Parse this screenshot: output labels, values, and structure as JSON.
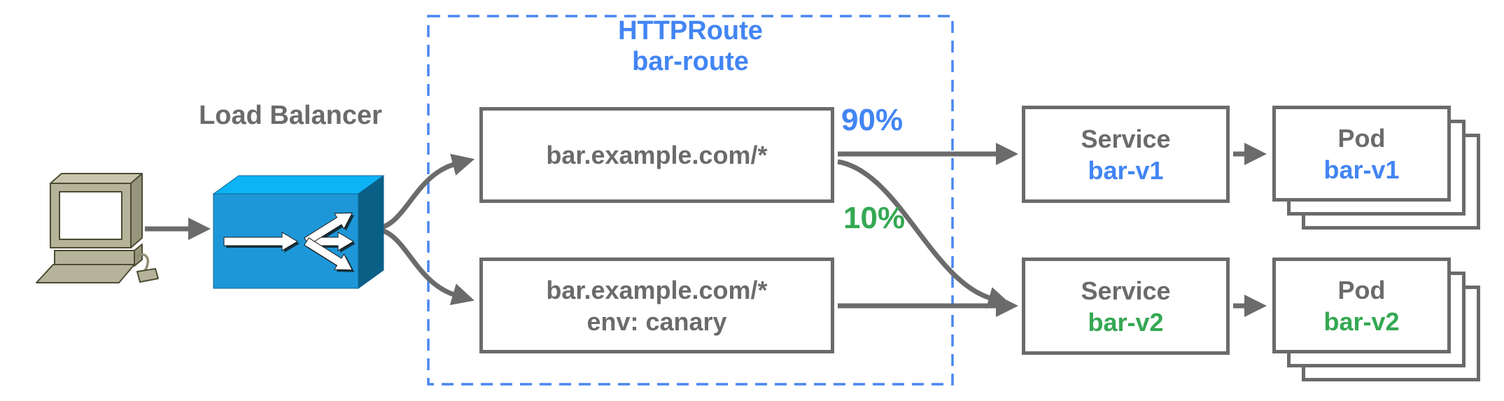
{
  "colors": {
    "accent_blue": "#4285F4",
    "accent_green": "#34A853",
    "text_gray": "#6b6b6b",
    "dashed_border_blue": "#4a86f0",
    "lb_front_blue": "#1e97d8",
    "lb_top_blue": "#0cb3f5",
    "lb_side_blue": "#0a5f86"
  },
  "client": {
    "icon": "desktop-computer"
  },
  "load_balancer": {
    "label": "Load Balancer",
    "icon": "load-balancer-box"
  },
  "http_route": {
    "name_line1": "HTTPRoute",
    "name_line2": "bar-route",
    "rules": [
      {
        "match": "bar.example.com/*"
      },
      {
        "match": "bar.example.com/*",
        "header_match": "env: canary"
      }
    ]
  },
  "weights": {
    "v1": "90%",
    "v2": "10%"
  },
  "backends": [
    {
      "service_kind": "Service",
      "service_name": "bar-v1",
      "pod_kind": "Pod",
      "pod_name": "bar-v1",
      "accent": "#4285F4"
    },
    {
      "service_kind": "Service",
      "service_name": "bar-v2",
      "pod_kind": "Pod",
      "pod_name": "bar-v2",
      "accent": "#34A853"
    }
  ]
}
